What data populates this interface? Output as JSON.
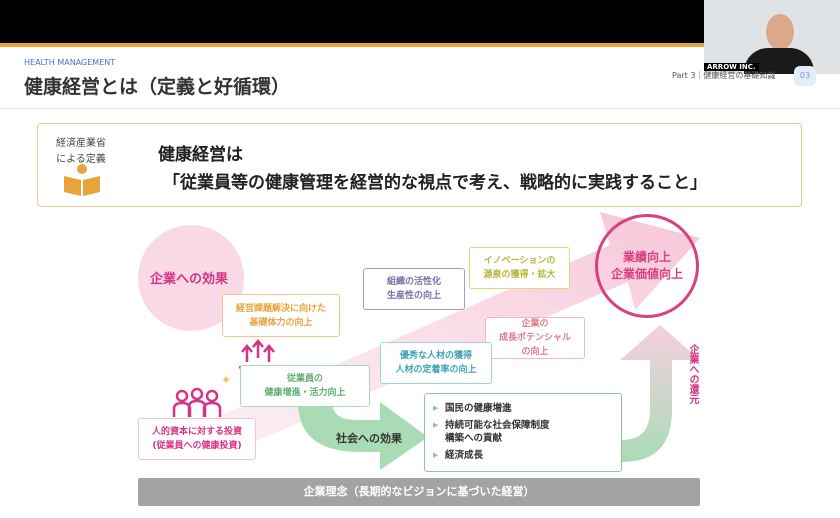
{
  "webcam": {
    "label": "ARROW INC."
  },
  "header": {
    "kicker": "HEALTH MANAGEMENT",
    "title": "健康経営とは（定義と好循環）",
    "part": "Part 3｜健康経営の基礎知識",
    "page": "03"
  },
  "definition": {
    "source": "経済産業省\nによる定義",
    "heading": "健康経営は",
    "quote": "「従業員等の健康管理を経営的な視点で考え、戦略的に実践すること」",
    "icon": "book-reader-icon"
  },
  "diagram": {
    "company_effect": "企業への効果",
    "boxes": {
      "foundation": "経営課題解決に向けた\n基礎体力の向上",
      "organization": "組織の活性化\n生産性の向上",
      "innovation": "イノベーションの\n源泉の獲得・拡大",
      "growth": "企業の\n成長ポテンシャル\nの向上",
      "talent": "優秀な人材の獲得\n人材の定着率の向上",
      "employee": "従業員の\n健康増進・活力向上",
      "investment": "人的資本に対する投資\n(従業員への健康投資)"
    },
    "goal": "業績向上\n企業価値向上",
    "return_label": "企業への還元",
    "society_label": "社会への効果",
    "society_items": [
      "国民の健康増進",
      "持続可能な社会保障制度\n構築への貢献",
      "経済成長"
    ],
    "foundation_bar": "企業理念（長期的なビジョンに基づいた経営）",
    "colors": {
      "pink": "#d63384",
      "green": "#8cc79a",
      "orange": "#e8a33d"
    }
  }
}
